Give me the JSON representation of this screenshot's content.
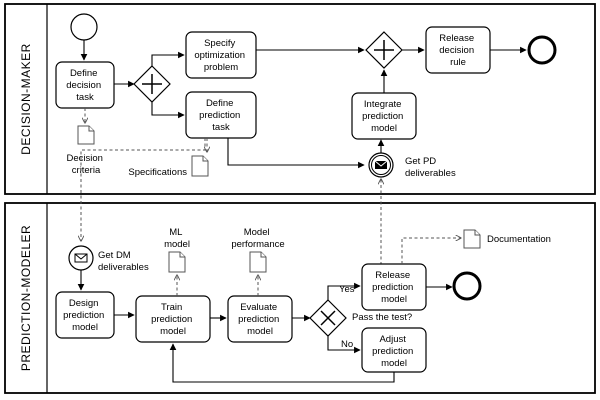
{
  "lanes": {
    "top": "DECISION-MAKER",
    "bottom": "PREDICTION-MODELER"
  },
  "tasks": {
    "define_decision_task": [
      "Define",
      "decision",
      "task"
    ],
    "specify_optimization": [
      "Specify",
      "optimization",
      "problem"
    ],
    "define_prediction_task": [
      "Define",
      "prediction",
      "task"
    ],
    "release_decision_rule": [
      "Release",
      "decision",
      "rule"
    ],
    "integrate_prediction_model": [
      "Integrate",
      "prediction",
      "model"
    ],
    "design_prediction_model": [
      "Design",
      "prediction",
      "model"
    ],
    "train_prediction_model": [
      "Train",
      "prediction",
      "model"
    ],
    "evaluate_prediction_model": [
      "Evaluate",
      "prediction",
      "model"
    ],
    "release_prediction_model": [
      "Release",
      "prediction",
      "model"
    ],
    "adjust_prediction_model": [
      "Adjust",
      "prediction",
      "model"
    ]
  },
  "artifacts": {
    "decision_criteria": [
      "Decision",
      "criteria"
    ],
    "specifications": "Specifications",
    "ml_model": [
      "ML",
      "model"
    ],
    "model_performance": [
      "Model",
      "performance"
    ],
    "documentation": "Documentation"
  },
  "events": {
    "get_pd_deliverables": [
      "Get PD",
      "deliverables"
    ],
    "get_dm_deliverables": [
      "Get DM",
      "deliverables"
    ]
  },
  "gateway": {
    "question": "Pass the test?",
    "yes": "Yes",
    "no": "No"
  }
}
